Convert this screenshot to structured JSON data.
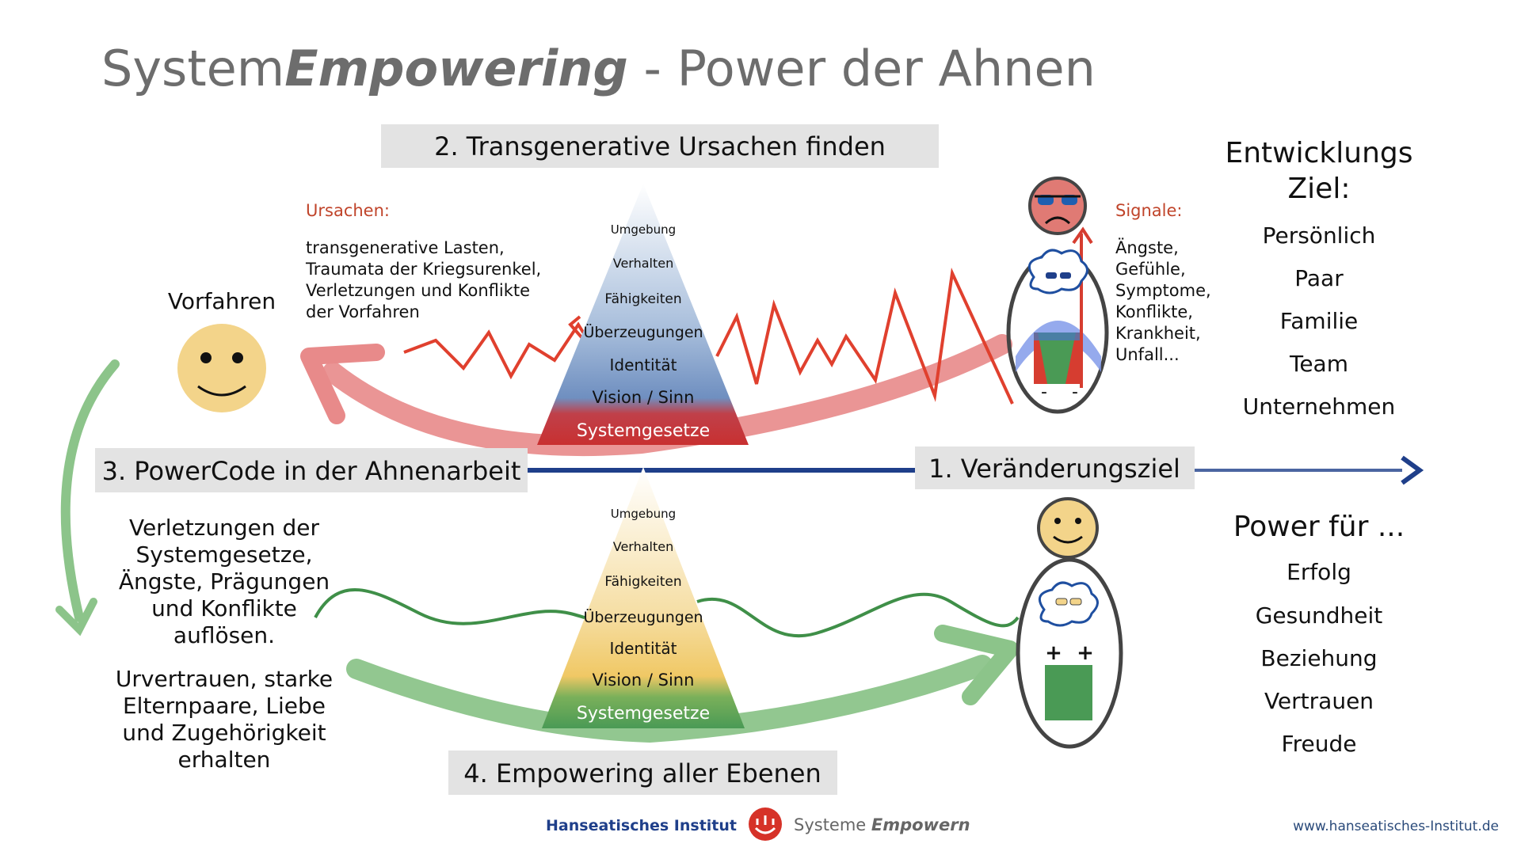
{
  "title": {
    "prefix": "System",
    "emph": "Empowering",
    "suffix": " - Power der Ahnen"
  },
  "boxes": {
    "step1": "1. Veränderungsziel",
    "step2": "2. Transgenerative Ursachen finden",
    "step3": "3. PowerCode in der Ahnenarbeit",
    "step4": "4. Empowering aller Ebenen"
  },
  "ursachen": {
    "heading": "Ursachen:",
    "lines": [
      "transgenerative Lasten,",
      "Traumata der Kriegsurenkel,",
      "Verletzungen und Konflikte",
      "der Vorfahren"
    ]
  },
  "vorfahren": "Vorfahren",
  "pyramid_levels": [
    "Umgebung",
    "Verhalten",
    "Fähigkeiten",
    "Überzeugungen",
    "Identität",
    "Vision / Sinn",
    "Systemgesetze"
  ],
  "signale": {
    "heading": "Signale:",
    "lines": [
      "Ängste,",
      "Gefühle,",
      "Symptome,",
      "Konflikte,",
      "Krankheit,",
      "Unfall..."
    ]
  },
  "person_signs": {
    "minus": "-",
    "plus": "+"
  },
  "entwicklung": {
    "heading": [
      "Entwicklungs",
      "Ziel:"
    ],
    "items": [
      "Persönlich",
      "Paar",
      "Familie",
      "Team",
      "Unternehmen"
    ]
  },
  "power": {
    "heading": "Power für ...",
    "items": [
      "Erfolg",
      "Gesundheit",
      "Beziehung",
      "Vertrauen",
      "Freude"
    ]
  },
  "left_text": {
    "block1": [
      "Verletzungen der",
      "Systemgesetze,",
      "Ängste, Prägungen",
      "und Konflikte",
      "auflösen."
    ],
    "block2": [
      "Urvertrauen, starke",
      "Elternpaare, Liebe",
      "und Zugehörigkeit",
      "erhalten"
    ]
  },
  "footer": {
    "institute": "Hanseatisches Institut",
    "brand_prefix": "Systeme ",
    "brand_emph": "Empowern",
    "url": "www.hanseatisches-Institut.de"
  },
  "colors": {
    "red": "#e0402e",
    "green": "#4a9a55",
    "blue": "#1f3f8a",
    "box": "#e3e3e3",
    "accent_text": "#c0442a"
  }
}
